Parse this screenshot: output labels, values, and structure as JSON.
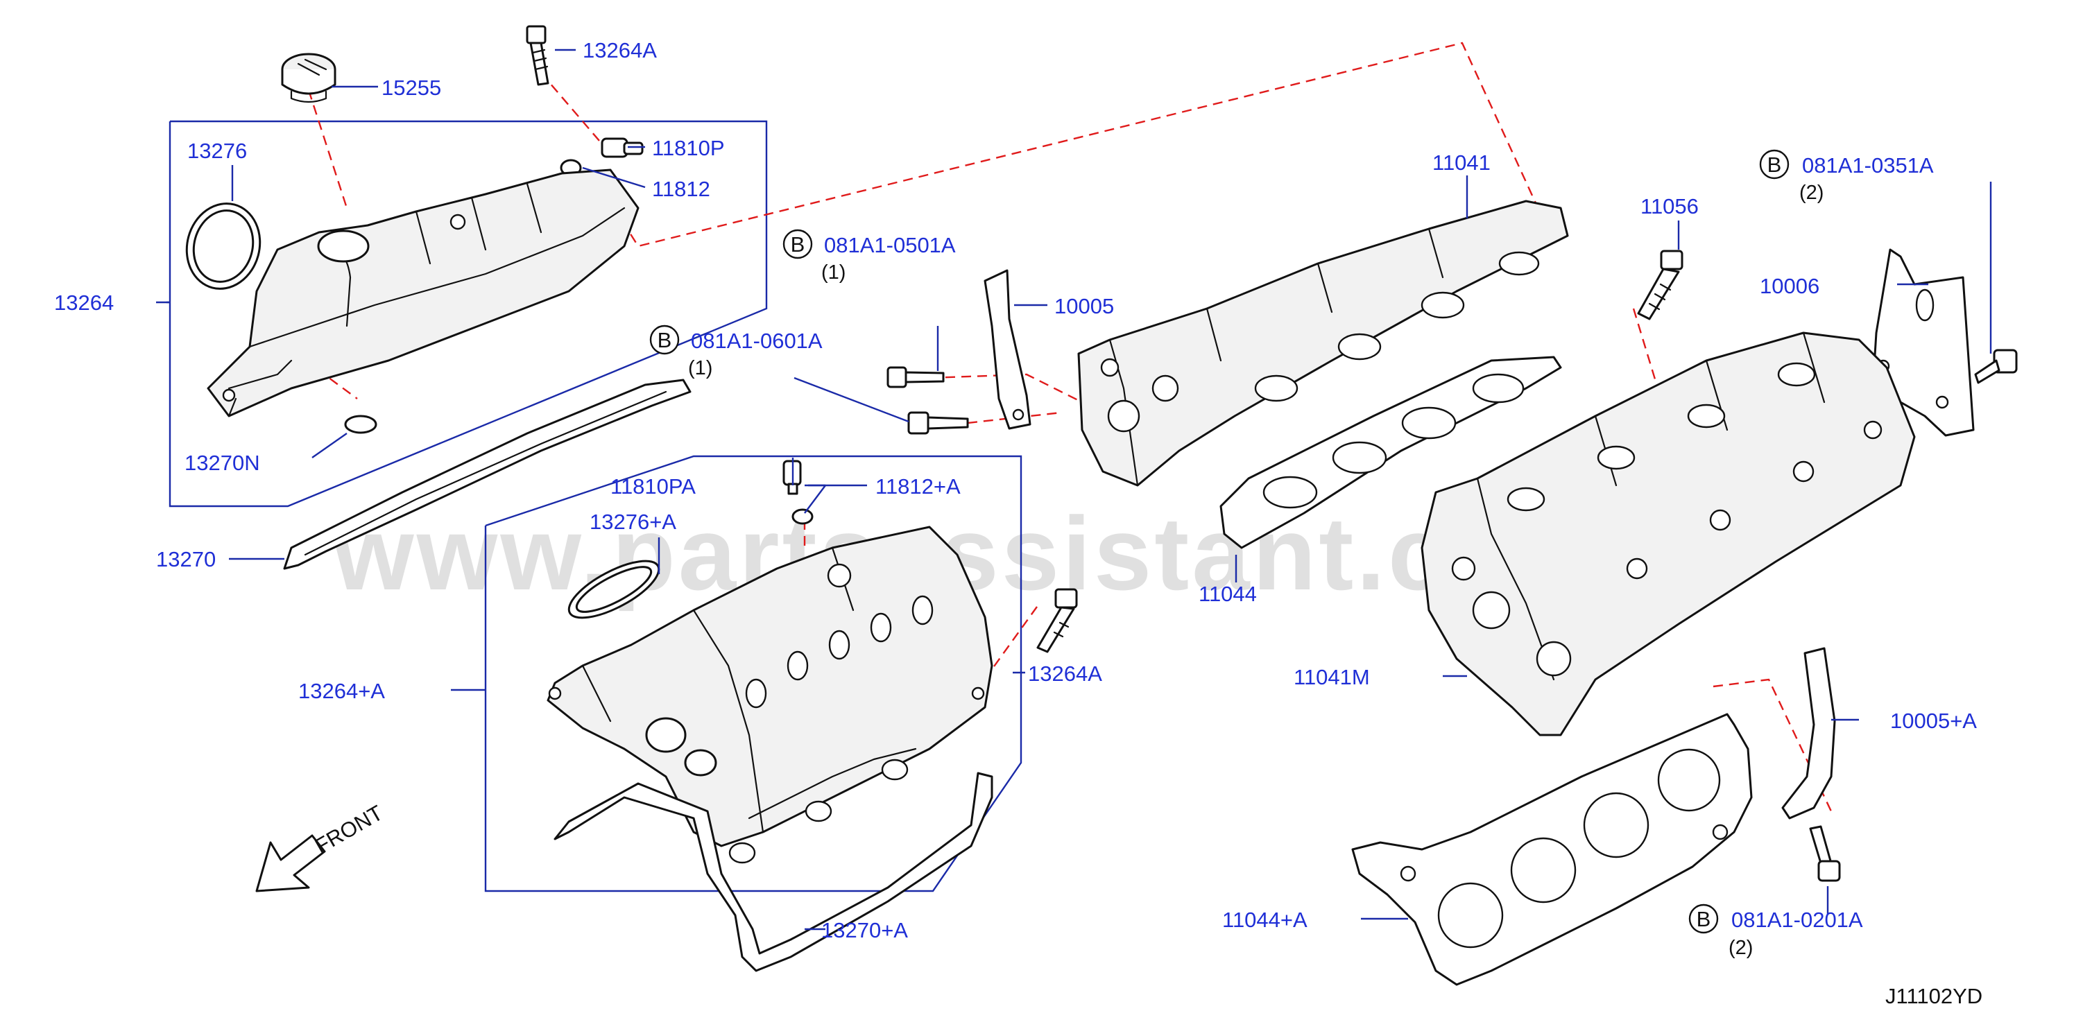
{
  "diagram": {
    "code": "J11102YD",
    "watermark": "www.partsassistant.com",
    "front_label": "FRONT",
    "bolt_badge": "B",
    "parts": {
      "p15255": "15255",
      "p13264A_top": "13264A",
      "p11810P": "11810P",
      "p11812": "11812",
      "p13276": "13276",
      "p13264": "13264",
      "p13270N": "13270N",
      "p13270": "13270",
      "p11041": "11041",
      "p10005": "10005",
      "p11044": "11044",
      "p11056": "11056",
      "p10006": "10006",
      "p11810PA": "11810PA",
      "p11812A": "11812+A",
      "p13276A": "13276+A",
      "p13264plusA": "13264+A",
      "p13264A_mid": "13264A",
      "p13270A": "13270+A",
      "p11041M": "11041M",
      "p10005A": "10005+A",
      "p11044A": "11044+A"
    },
    "bolts": {
      "b0501": {
        "code": "081A1-0501A",
        "qty": "(1)"
      },
      "b0601": {
        "code": "081A1-0601A",
        "qty": "(1)"
      },
      "b0351": {
        "code": "081A1-0351A",
        "qty": "(2)"
      },
      "b0201": {
        "code": "081A1-0201A",
        "qty": "(2)"
      }
    }
  }
}
